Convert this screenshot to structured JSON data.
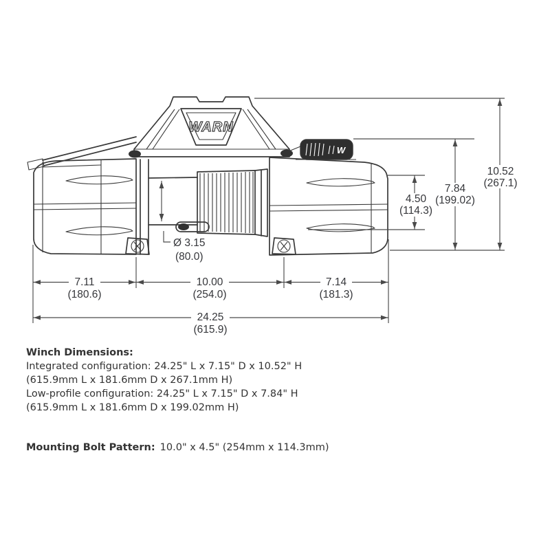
{
  "diagram": {
    "brand_logo": "WARN",
    "control_pack_logo": "W",
    "dimensions": {
      "overall_height": {
        "in": "10.52",
        "mm": "(267.1)"
      },
      "low_profile_height": {
        "in": "7.84",
        "mm": "(199.02)"
      },
      "bolt_pattern_height": {
        "in": "4.50",
        "mm": "(114.3)"
      },
      "drum_diameter": {
        "in": "Ø 3.15",
        "mm": "(80.0)"
      },
      "motor_section_length": {
        "in": "7.11",
        "mm": "(180.6)"
      },
      "drum_section_length": {
        "in": "10.00",
        "mm": "(254.0)"
      },
      "gear_section_length": {
        "in": "7.14",
        "mm": "(181.3)"
      },
      "overall_length": {
        "in": "24.25",
        "mm": "(615.9)"
      }
    }
  },
  "specs": {
    "heading": "Winch Dimensions:",
    "lines": [
      "Integrated configuration: 24.25\" L x 7.15\" D x 10.52\" H",
      "(615.9mm L x 181.6mm D x 267.1mm H)",
      "Low-profile configuration: 24.25\" L x 7.15\" D x 7.84\" H",
      "(615.9mm L x 181.6mm D x 199.02mm H)"
    ],
    "mounting_heading": "Mounting Bolt Pattern:",
    "mounting_value": "10.0\" x 4.5\" (254mm x 114.3mm)"
  },
  "colors": {
    "drawing_line": "#383838",
    "dimension_line": "#4a4a4a",
    "text": "#333333",
    "background": "#ffffff"
  }
}
